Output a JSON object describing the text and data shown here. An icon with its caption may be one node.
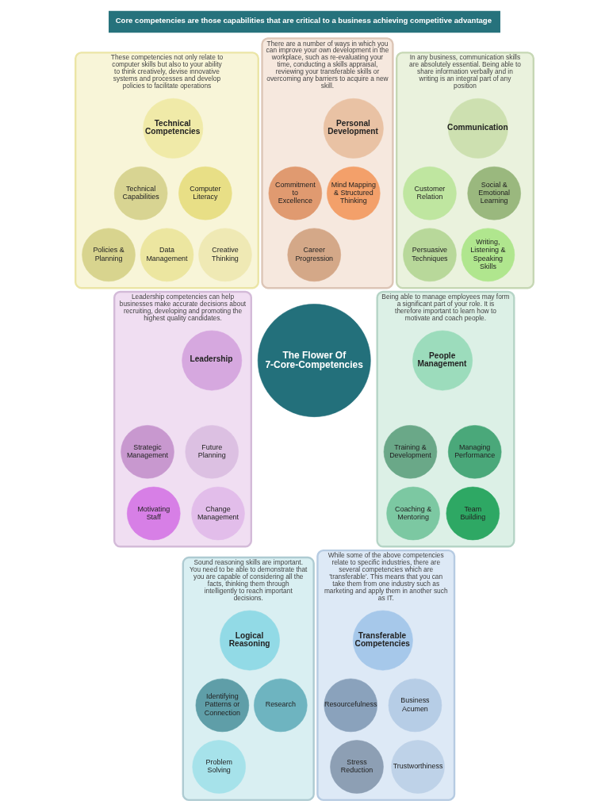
{
  "diagram": {
    "title": "Core competencies are those capabilities that are critical to a business achieving competitive advantage",
    "nodes": [
      {
        "text": [
          "The Flower Of 7-Core-Competencies"
        ]
      },
      {
        "text": [
          "These competencies not only relate to computer skills but also to your ability to think creatively, devise innovative systems and processes and develop policies to facilitate operations"
        ]
      },
      {
        "text": [
          "Technical Competencies"
        ],
        "in": 1
      },
      {
        "text": [
          "Technical Capabilities"
        ],
        "in": 1
      },
      {
        "text": [
          "Computer Literacy"
        ],
        "in": 1
      },
      {
        "text": [
          "Data Management"
        ],
        "in": 1
      },
      {
        "text": [
          "Creative Thinking"
        ],
        "in": 1
      },
      {
        "text": [
          "Policies & Planning"
        ],
        "in": 1
      },
      {
        "text": [
          "There are a number of ways in which you can improve your own development in the workplace, such as re-evaluating your time, conducting a skills appraisal, reviewing your transferable skills or overcoming any barriers to acquire a new skill."
        ]
      },
      {
        "text": [
          "Personal Development"
        ],
        "in": 8
      },
      {
        "text": [
          "Commitment to Excellence"
        ],
        "in": 8
      },
      {
        "text": [
          "Mind Mapping & Structured Thinking"
        ],
        "in": 8
      },
      {
        "text": [
          "Career Progression"
        ],
        "in": 8
      },
      {
        "text": [
          "In any business, communication skills are absolutely essential. Being able to share information verbally and in writing is an integral part of any position"
        ]
      },
      {
        "text": [
          "Communication"
        ],
        "in": 13
      },
      {
        "text": [
          "Customer Relation"
        ],
        "in": 13
      },
      {
        "text": [
          "Social & Emotional Learning"
        ],
        "in": 13
      },
      {
        "text": [
          "Persuasive Techniques"
        ],
        "in": 13
      },
      {
        "text": [
          "Writing, Listening & Speaking Skills"
        ],
        "in": 13
      },
      {
        "text": [
          "Leadership competencies can help businesses make accurate decisions about recruiting, developing and promoting the highest quality candidates."
        ]
      },
      {
        "text": [
          "Leadership"
        ],
        "in": 19
      },
      {
        "text": [
          "Strategic Management"
        ],
        "in": 19
      },
      {
        "text": [
          "Future Planning"
        ],
        "in": 19
      },
      {
        "text": [
          "Motivating Staff"
        ],
        "in": 19
      },
      {
        "text": [
          "Change Management"
        ],
        "in": 19
      },
      {
        "text": [
          "Being able to manage employees may form a significant part of your role. It is therefore important to learn how to motivate and coach people."
        ]
      },
      {
        "text": [
          "People Management"
        ],
        "in": 25
      },
      {
        "text": [
          "Training & Development"
        ],
        "in": 25
      },
      {
        "text": [
          "Managing Performance"
        ],
        "in": 25
      },
      {
        "text": [
          "Coaching & Mentoring"
        ],
        "in": 25
      },
      {
        "text": [
          "Team Building"
        ],
        "in": 25
      },
      {
        "text": [
          "Sound reasoning skills are important. You need to be able to demonstrate that you are capable of considering all the facts, thinking them through intelligently to reach important decisions."
        ]
      },
      {
        "text": [
          "Logical Reasoning"
        ],
        "in": 31
      },
      {
        "text": [
          "Identifying Patterns or Connection"
        ],
        "in": 31
      },
      {
        "text": [
          "Research"
        ],
        "in": 31
      },
      {
        "text": [
          "Problem Solving"
        ],
        "in": 31
      },
      {
        "text": [
          "While some of the above competencies relate to specific industries, there are several competencies which are 'transferable'. This means that you can take them from one industry such as marketing and apply them in another such as IT."
        ]
      },
      {
        "text": [
          "Transferable Competencies"
        ],
        "in": 36
      },
      {
        "text": [
          "Resourcefulness"
        ],
        "in": 36
      },
      {
        "text": [
          "Business Acumen"
        ],
        "in": 36
      },
      {
        "text": [
          "Stress Reduction"
        ],
        "in": 36
      },
      {
        "text": [
          "Trustworthiness"
        ],
        "in": 36
      }
    ],
    "edges": []
  }
}
